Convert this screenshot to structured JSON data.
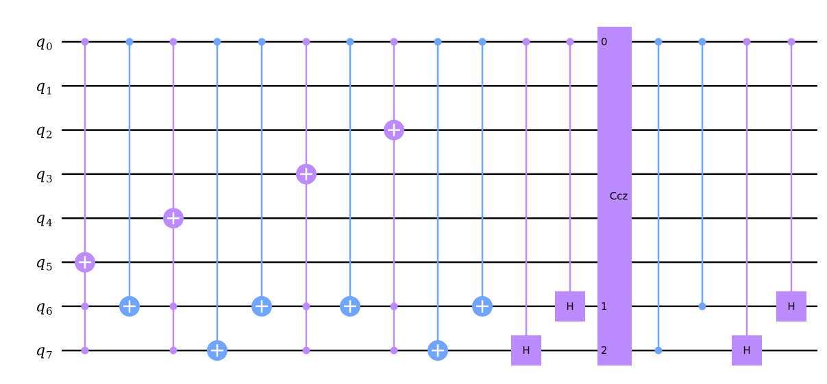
{
  "qubits": [
    {
      "label": "q",
      "index": "0"
    },
    {
      "label": "q",
      "index": "1"
    },
    {
      "label": "q",
      "index": "2"
    },
    {
      "label": "q",
      "index": "3"
    },
    {
      "label": "q",
      "index": "4"
    },
    {
      "label": "q",
      "index": "5"
    },
    {
      "label": "q",
      "index": "6"
    },
    {
      "label": "q",
      "index": "7"
    }
  ],
  "colors": {
    "purple": "#bb8bff",
    "blue": "#6fa4ff",
    "wire": "#000000"
  },
  "gates": [
    {
      "type": "cx",
      "controls": [
        0,
        6,
        7
      ],
      "target": 5,
      "color": "purple"
    },
    {
      "type": "cx",
      "controls": [
        0
      ],
      "target": 6,
      "color": "blue"
    },
    {
      "type": "cx",
      "controls": [
        0,
        6,
        7
      ],
      "target": 4,
      "color": "purple"
    },
    {
      "type": "cx",
      "controls": [
        0
      ],
      "target": 7,
      "color": "blue"
    },
    {
      "type": "cx",
      "controls": [
        0
      ],
      "target": 6,
      "color": "blue"
    },
    {
      "type": "cx",
      "controls": [
        0,
        6,
        7
      ],
      "target": 3,
      "color": "purple"
    },
    {
      "type": "cx",
      "controls": [
        0
      ],
      "target": 6,
      "color": "blue"
    },
    {
      "type": "cx",
      "controls": [
        0,
        6,
        7
      ],
      "target": 2,
      "color": "purple"
    },
    {
      "type": "cx",
      "controls": [
        0
      ],
      "target": 7,
      "color": "blue"
    },
    {
      "type": "cx",
      "controls": [
        0
      ],
      "target": 6,
      "color": "blue"
    },
    {
      "type": "ch",
      "control": 0,
      "target": 7,
      "label": "H",
      "color": "purple"
    },
    {
      "type": "ch",
      "control": 0,
      "target": 6,
      "label": "H",
      "color": "purple"
    },
    {
      "type": "ccz",
      "label": "Ccz",
      "qubits": [
        0,
        6,
        7
      ],
      "port_labels": [
        "0",
        "1",
        "2"
      ],
      "color": "purple"
    },
    {
      "type": "cx_ctrl_only",
      "a": 0,
      "b": 7,
      "color": "blue"
    },
    {
      "type": "cx_ctrl_only",
      "a": 0,
      "b": 6,
      "color": "blue"
    },
    {
      "type": "ch",
      "control": 0,
      "target": 7,
      "label": "H",
      "color": "purple"
    },
    {
      "type": "ch",
      "control": 0,
      "target": 6,
      "label": "H",
      "color": "purple"
    }
  ]
}
